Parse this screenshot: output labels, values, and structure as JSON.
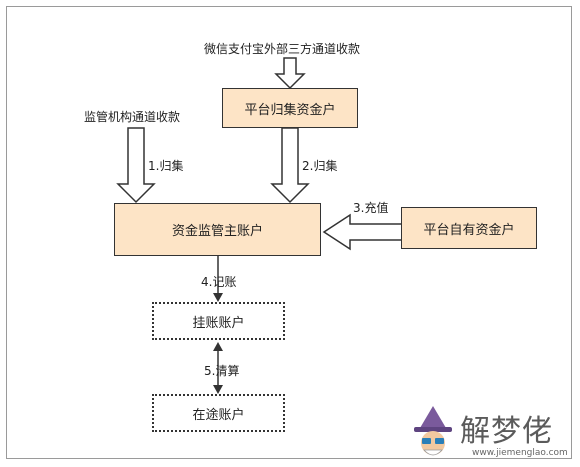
{
  "nodes": {
    "platform_collection": "平台归集资金户",
    "main_account": "资金监管主账户",
    "platform_own": "平台自有资金户",
    "pending": "挂账账户",
    "in_transit": "在途账户"
  },
  "sources": {
    "third_party": "微信支付宝外部三方通道收款",
    "regulator": "监管机构通道收款"
  },
  "edges": {
    "e1": "1.归集",
    "e2": "2.归集",
    "e3": "3.充值",
    "e4": "4.记账",
    "e5": "5.清算"
  },
  "watermark": {
    "brand": "解梦佬",
    "url": "www.jiemenglao.com"
  },
  "colors": {
    "box_fill": "#fde4c6",
    "line": "#333333"
  }
}
